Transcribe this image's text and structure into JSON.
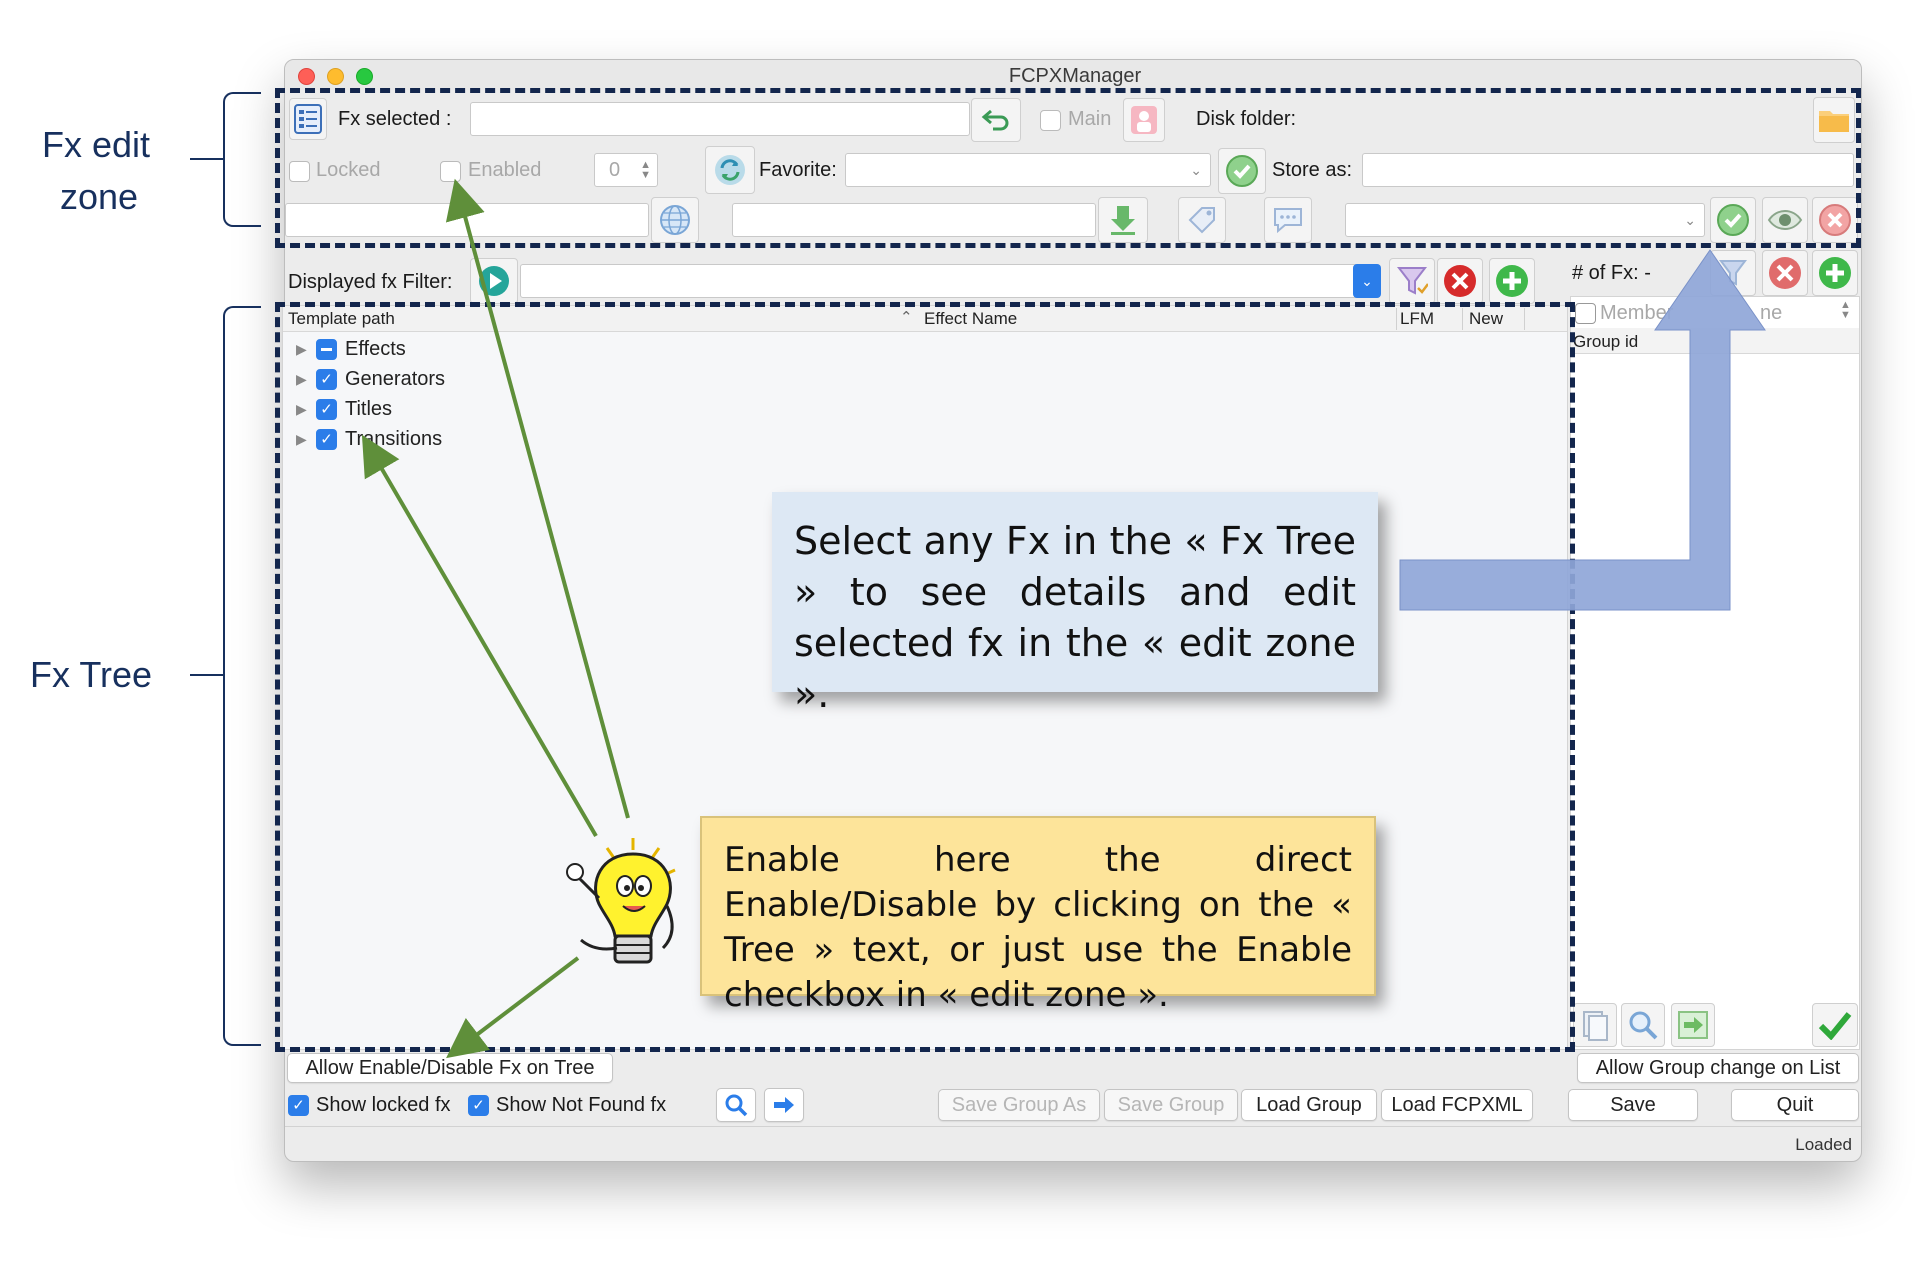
{
  "window": {
    "title": "FCPXManager",
    "status": "Loaded"
  },
  "edit_zone": {
    "fx_selected_label": "Fx selected :",
    "fx_selected_value": "",
    "main_label": "Main",
    "disk_folder_label": "Disk folder:",
    "locked_label": "Locked",
    "enabled_label": "Enabled",
    "stepper_value": "0",
    "favorite_label": "Favorite:",
    "store_as_label": "Store as:"
  },
  "filter_bar": {
    "label": "Displayed fx Filter:",
    "count_label": "# of Fx: -"
  },
  "tree": {
    "columns": {
      "path": "Template path",
      "name": "Effect Name",
      "lfm": "LFM",
      "new": "New"
    },
    "items": [
      {
        "label": "Effects",
        "state": "mixed"
      },
      {
        "label": "Generators",
        "state": "checked"
      },
      {
        "label": "Titles",
        "state": "checked"
      },
      {
        "label": "Transitions",
        "state": "checked"
      }
    ]
  },
  "group_panel": {
    "members_label": "Member",
    "name_fragment": "ne",
    "group_id_header": "Group id"
  },
  "bottom_bar": {
    "allow_enable_tree": "Allow Enable/Disable Fx on Tree",
    "allow_group_change": "Allow Group change on List",
    "show_locked": "Show locked fx",
    "show_not_found": "Show Not Found fx",
    "save_group_as": "Save Group As",
    "save_group": "Save Group",
    "load_group": "Load Group",
    "load_fcpxml": "Load FCPXML",
    "save": "Save",
    "quit": "Quit"
  },
  "annotations": {
    "edit_zone_line1": "Fx edit",
    "edit_zone_line2": "zone",
    "tree_label": "Fx Tree",
    "callout_blue": "Select any Fx in the « Fx Tree » to see details and edit selected fx in the « edit zone ».",
    "callout_yellow": "Enable here the direct Enable/Disable by clicking on the « Tree » text, or just use the Enable checkbox in « edit zone »."
  },
  "colors": {
    "dashed_border": "#13264d",
    "annotation_text": "#17305e",
    "callout_blue_bg": "#dde8f4",
    "callout_yellow_bg": "#fde49a",
    "arrow_green": "#5f8f3a",
    "big_arrow": "#8fa6d8",
    "checkbox_blue": "#2b7de9"
  }
}
